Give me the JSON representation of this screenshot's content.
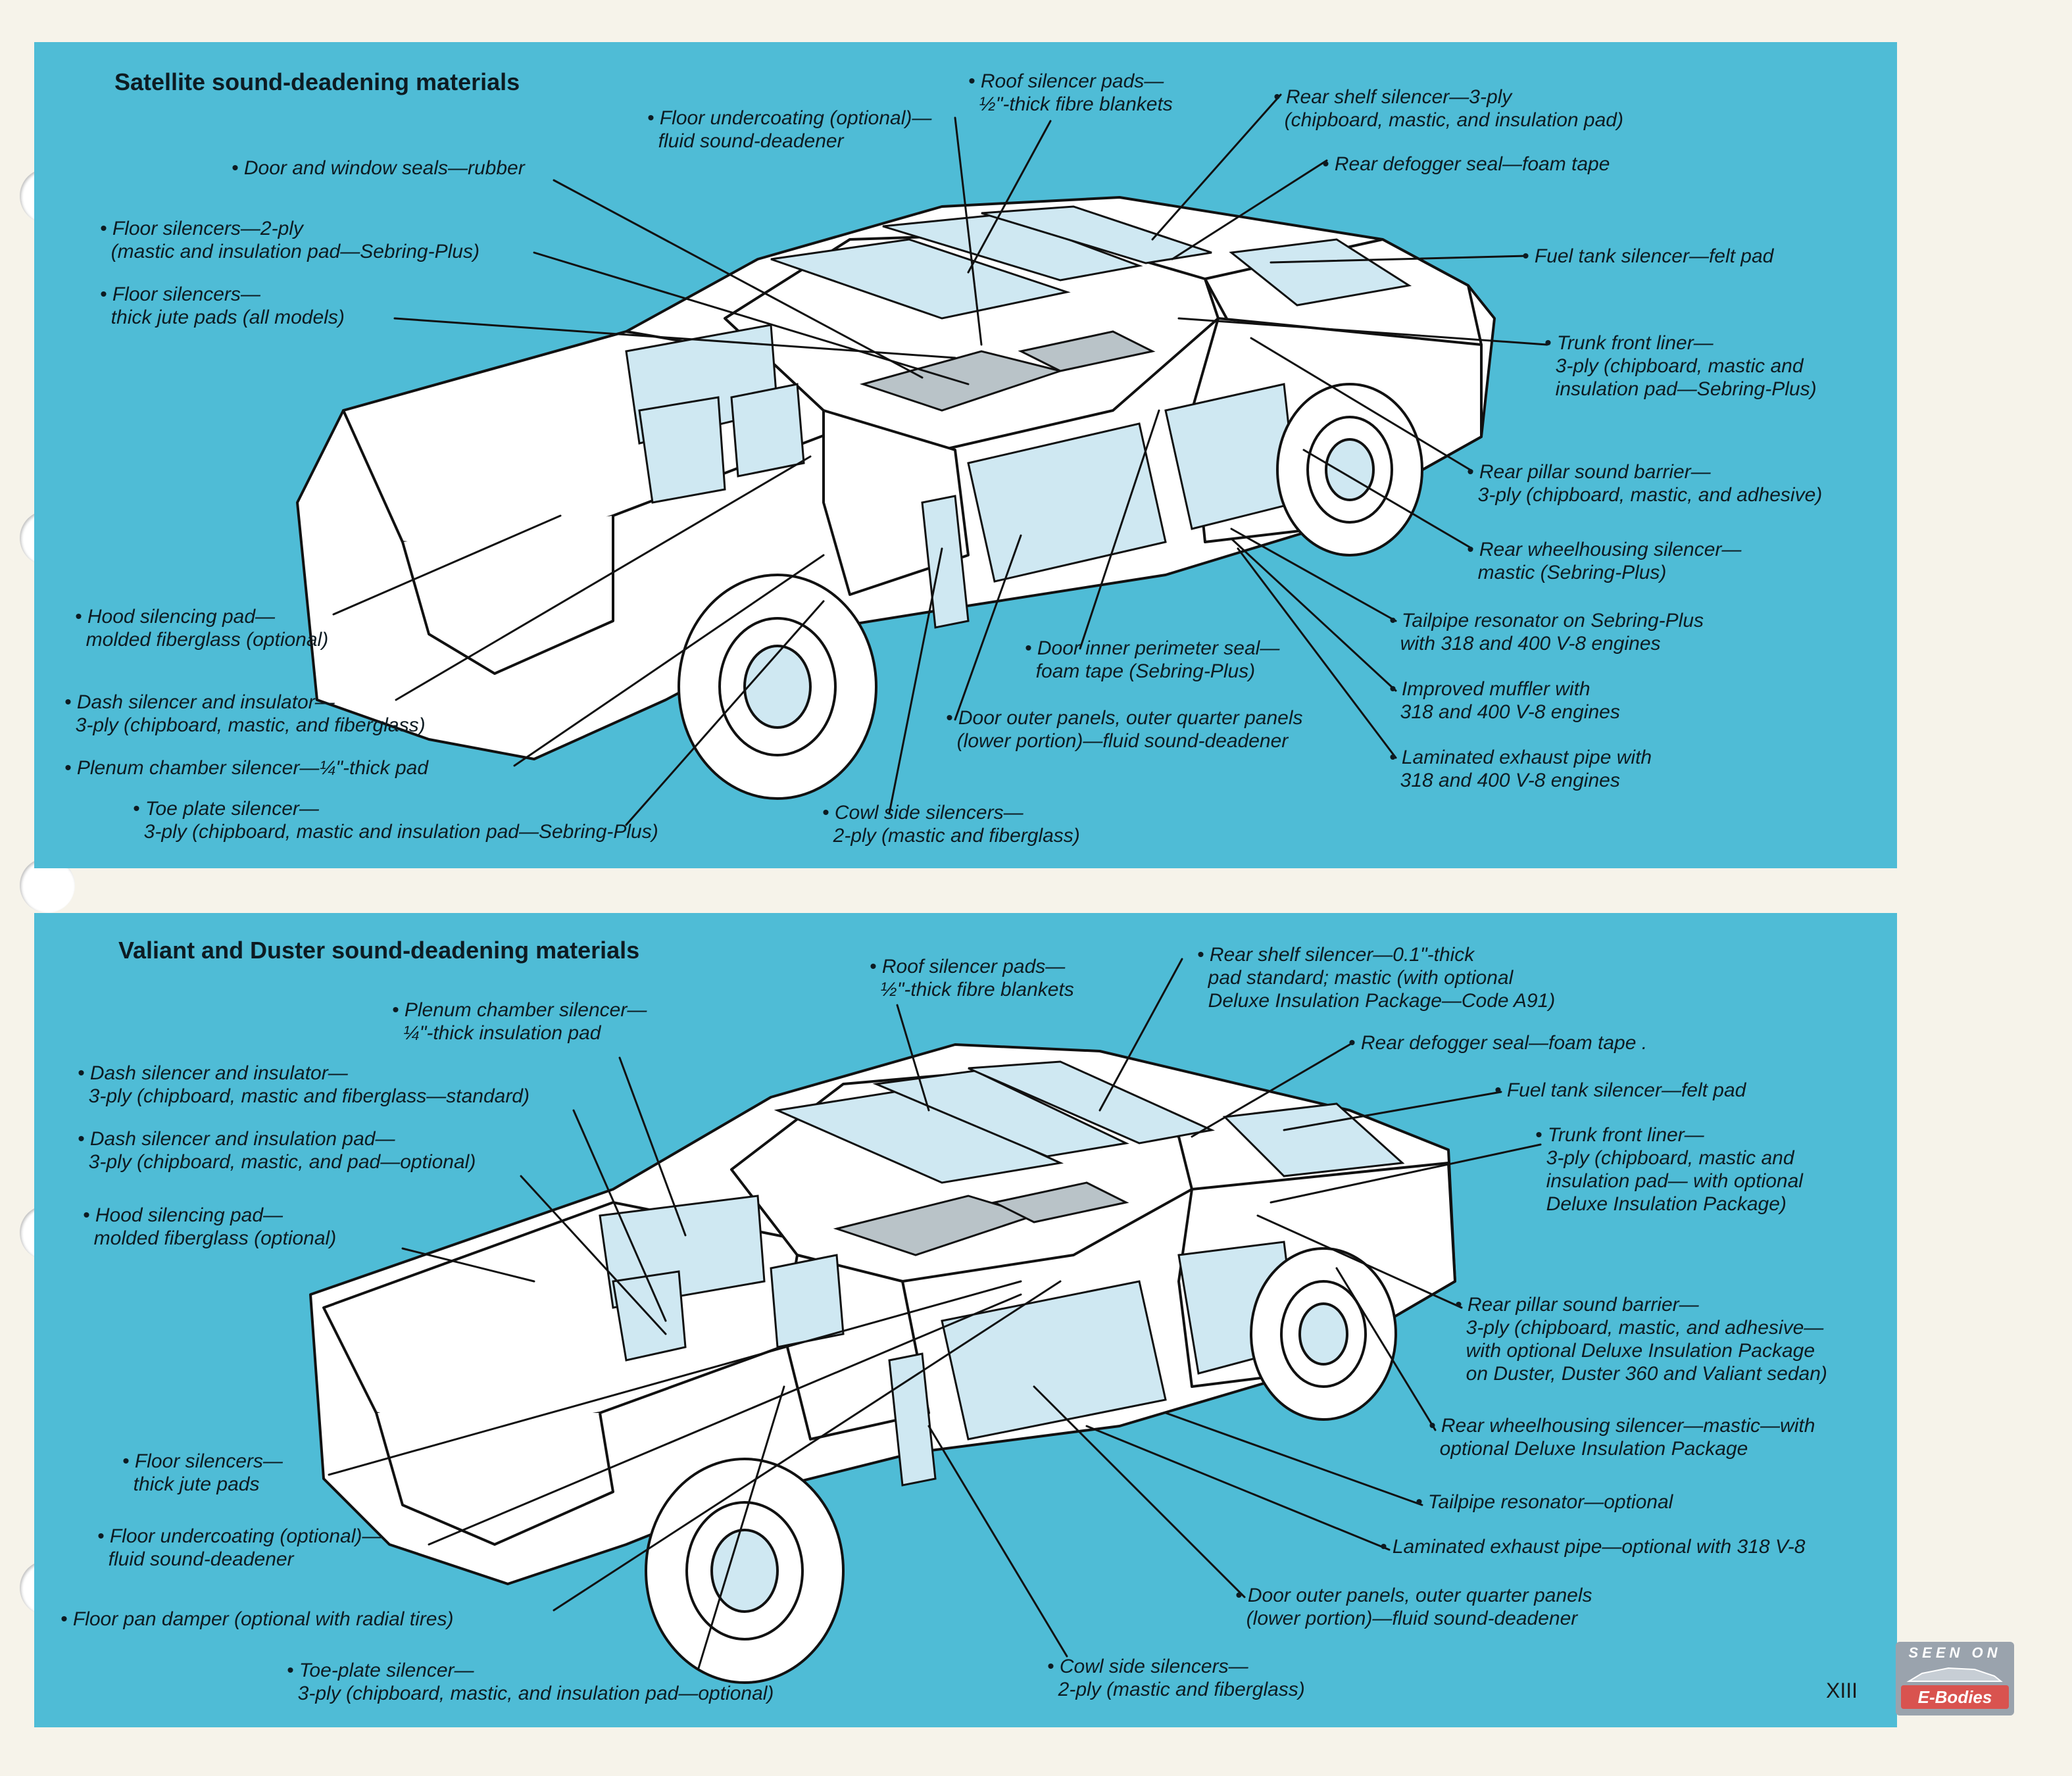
{
  "page": {
    "number": "XIII"
  },
  "badge": {
    "top_text": "SEEN ON",
    "bottom_text": "E-Bodies"
  },
  "colors": {
    "panel": "#4fbcd6",
    "body": "#ffffff",
    "glass": "#cfe8f2",
    "line": "#111111"
  },
  "satellite": {
    "title": "Satellite sound-deadening materials",
    "labels": [
      "• Roof silencer pads—\n  ½\"-thick fibre blankets",
      "• Floor undercoating (optional)—\n  fluid sound-deadener",
      "• Rear shelf silencer—3-ply\n  (chipboard, mastic, and insulation pad)",
      "• Rear defogger seal—foam tape",
      "• Door and window seals—rubber",
      "• Floor silencers—2-ply\n  (mastic and insulation pad—Sebring-Plus)",
      "• Fuel tank silencer—felt pad",
      "• Floor silencers—\n  thick jute pads (all models)",
      "• Trunk front liner—\n  3-ply (chipboard, mastic and\n  insulation pad—Sebring-Plus)",
      "• Rear pillar sound barrier—\n  3-ply (chipboard, mastic, and adhesive)",
      "• Rear wheelhousing silencer—\n  mastic (Sebring-Plus)",
      "• Hood silencing pad—\n  molded fiberglass (optional)",
      "• Tailpipe resonator on Sebring-Plus\n  with 318 and 400 V-8 engines",
      "• Door inner perimeter seal—\n  foam tape (Sebring-Plus)",
      "• Dash silencer and insulator—\n  3-ply (chipboard, mastic, and fiberglass)",
      "• Improved muffler with\n  318 and 400 V-8 engines",
      "• Door outer panels, outer quarter panels\n  (lower portion)—fluid sound-deadener",
      "• Plenum chamber silencer—¼\"-thick pad",
      "• Laminated exhaust pipe with\n  318 and 400 V-8 engines",
      "• Toe plate silencer—\n  3-ply (chipboard, mastic and insulation pad—Sebring-Plus)",
      "• Cowl side silencers—\n  2-ply (mastic and fiberglass)"
    ]
  },
  "valiant": {
    "title": "Valiant and Duster sound-deadening materials",
    "labels": [
      "• Roof silencer pads—\n  ½\"-thick fibre blankets",
      "• Rear shelf silencer—0.1\"-thick\n  pad standard; mastic (with optional\n  Deluxe Insulation Package—Code A91)",
      "• Plenum chamber silencer—\n  ¼\"-thick insulation pad",
      "• Rear defogger seal—foam tape .",
      "• Dash silencer and insulator—\n  3-ply (chipboard, mastic and fiberglass—standard)",
      "• Fuel tank silencer—felt pad",
      "• Dash silencer and insulation pad—\n  3-ply (chipboard, mastic, and pad—optional)",
      "• Trunk front liner—\n  3-ply (chipboard, mastic and\n  insulation pad— with optional\n  Deluxe Insulation Package)",
      "• Hood silencing pad—\n  molded fiberglass (optional)",
      "• Rear pillar sound barrier—\n  3-ply (chipboard, mastic, and adhesive—\n  with optional Deluxe Insulation Package\n  on Duster, Duster 360 and Valiant sedan)",
      "• Rear wheelhousing silencer—mastic—with\n  optional Deluxe Insulation Package",
      "• Floor silencers—\n  thick jute pads",
      "• Tailpipe resonator—optional",
      "• Floor undercoating (optional)—\n  fluid sound-deadener",
      "• Laminated exhaust pipe—optional with 318 V-8",
      "• Floor pan damper (optional with radial tires)",
      "• Door outer panels, outer quarter panels\n  (lower portion)—fluid sound-deadener",
      "• Toe-plate silencer—\n  3-ply (chipboard, mastic, and insulation pad—optional)",
      "• Cowl side silencers—\n  2-ply (mastic and fiberglass)"
    ]
  }
}
